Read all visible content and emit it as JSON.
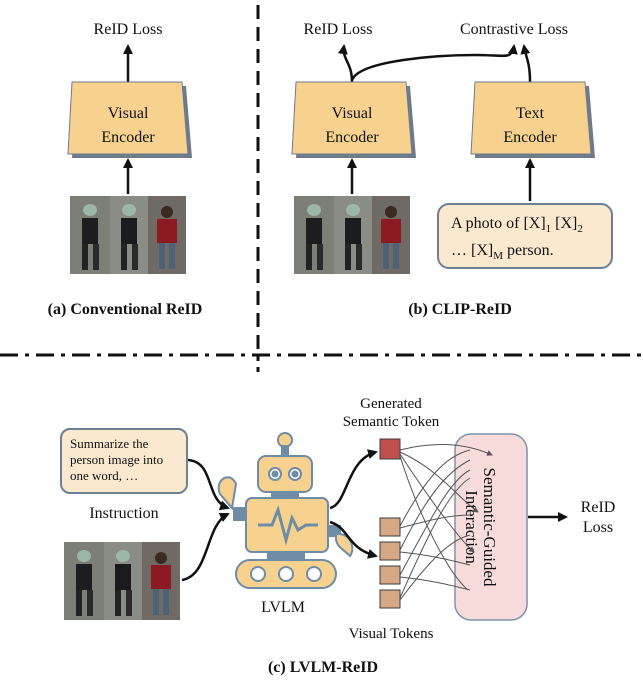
{
  "panel_a": {
    "output_label": "ReID Loss",
    "encoder_line1": "Visual",
    "encoder_line2": "Encoder",
    "caption": "(a) Conventional ReID"
  },
  "panel_b": {
    "reid_loss_label": "ReID Loss",
    "contrastive_loss_label": "Contrastive Loss",
    "visual_encoder_line1": "Visual",
    "visual_encoder_line2": "Encoder",
    "text_encoder_line1": "Text",
    "text_encoder_line2": "Encoder",
    "prompt": {
      "prefix": "A photo of",
      "token": "[X]",
      "sub1": "1",
      "sub2": "2",
      "ellipsis": "…",
      "subM": "M",
      "suffix": "person."
    },
    "caption": "(b) CLIP-ReID"
  },
  "panel_c": {
    "instruction_text": "Summarize the person image into one word, …",
    "instruction_label": "Instruction",
    "lvlm_label": "LVLM",
    "generated_label_line1": "Generated",
    "generated_label_line2": "Semantic Token",
    "interaction_line1": "Semantic-Guided",
    "interaction_line2": "Interaction",
    "output_line1": "ReID",
    "output_line2": "Loss",
    "visual_tokens_label": "Visual Tokens",
    "caption": "(c) LVLM-ReID"
  },
  "colors": {
    "encoder_fill": "#f7d28f",
    "encoder_shadow": "#6e7b8d",
    "semantic_token": "#c0504d",
    "visual_token": "#d4a884",
    "interaction_fill": "#f8dcdc",
    "interaction_stroke": "#7c93ac"
  }
}
